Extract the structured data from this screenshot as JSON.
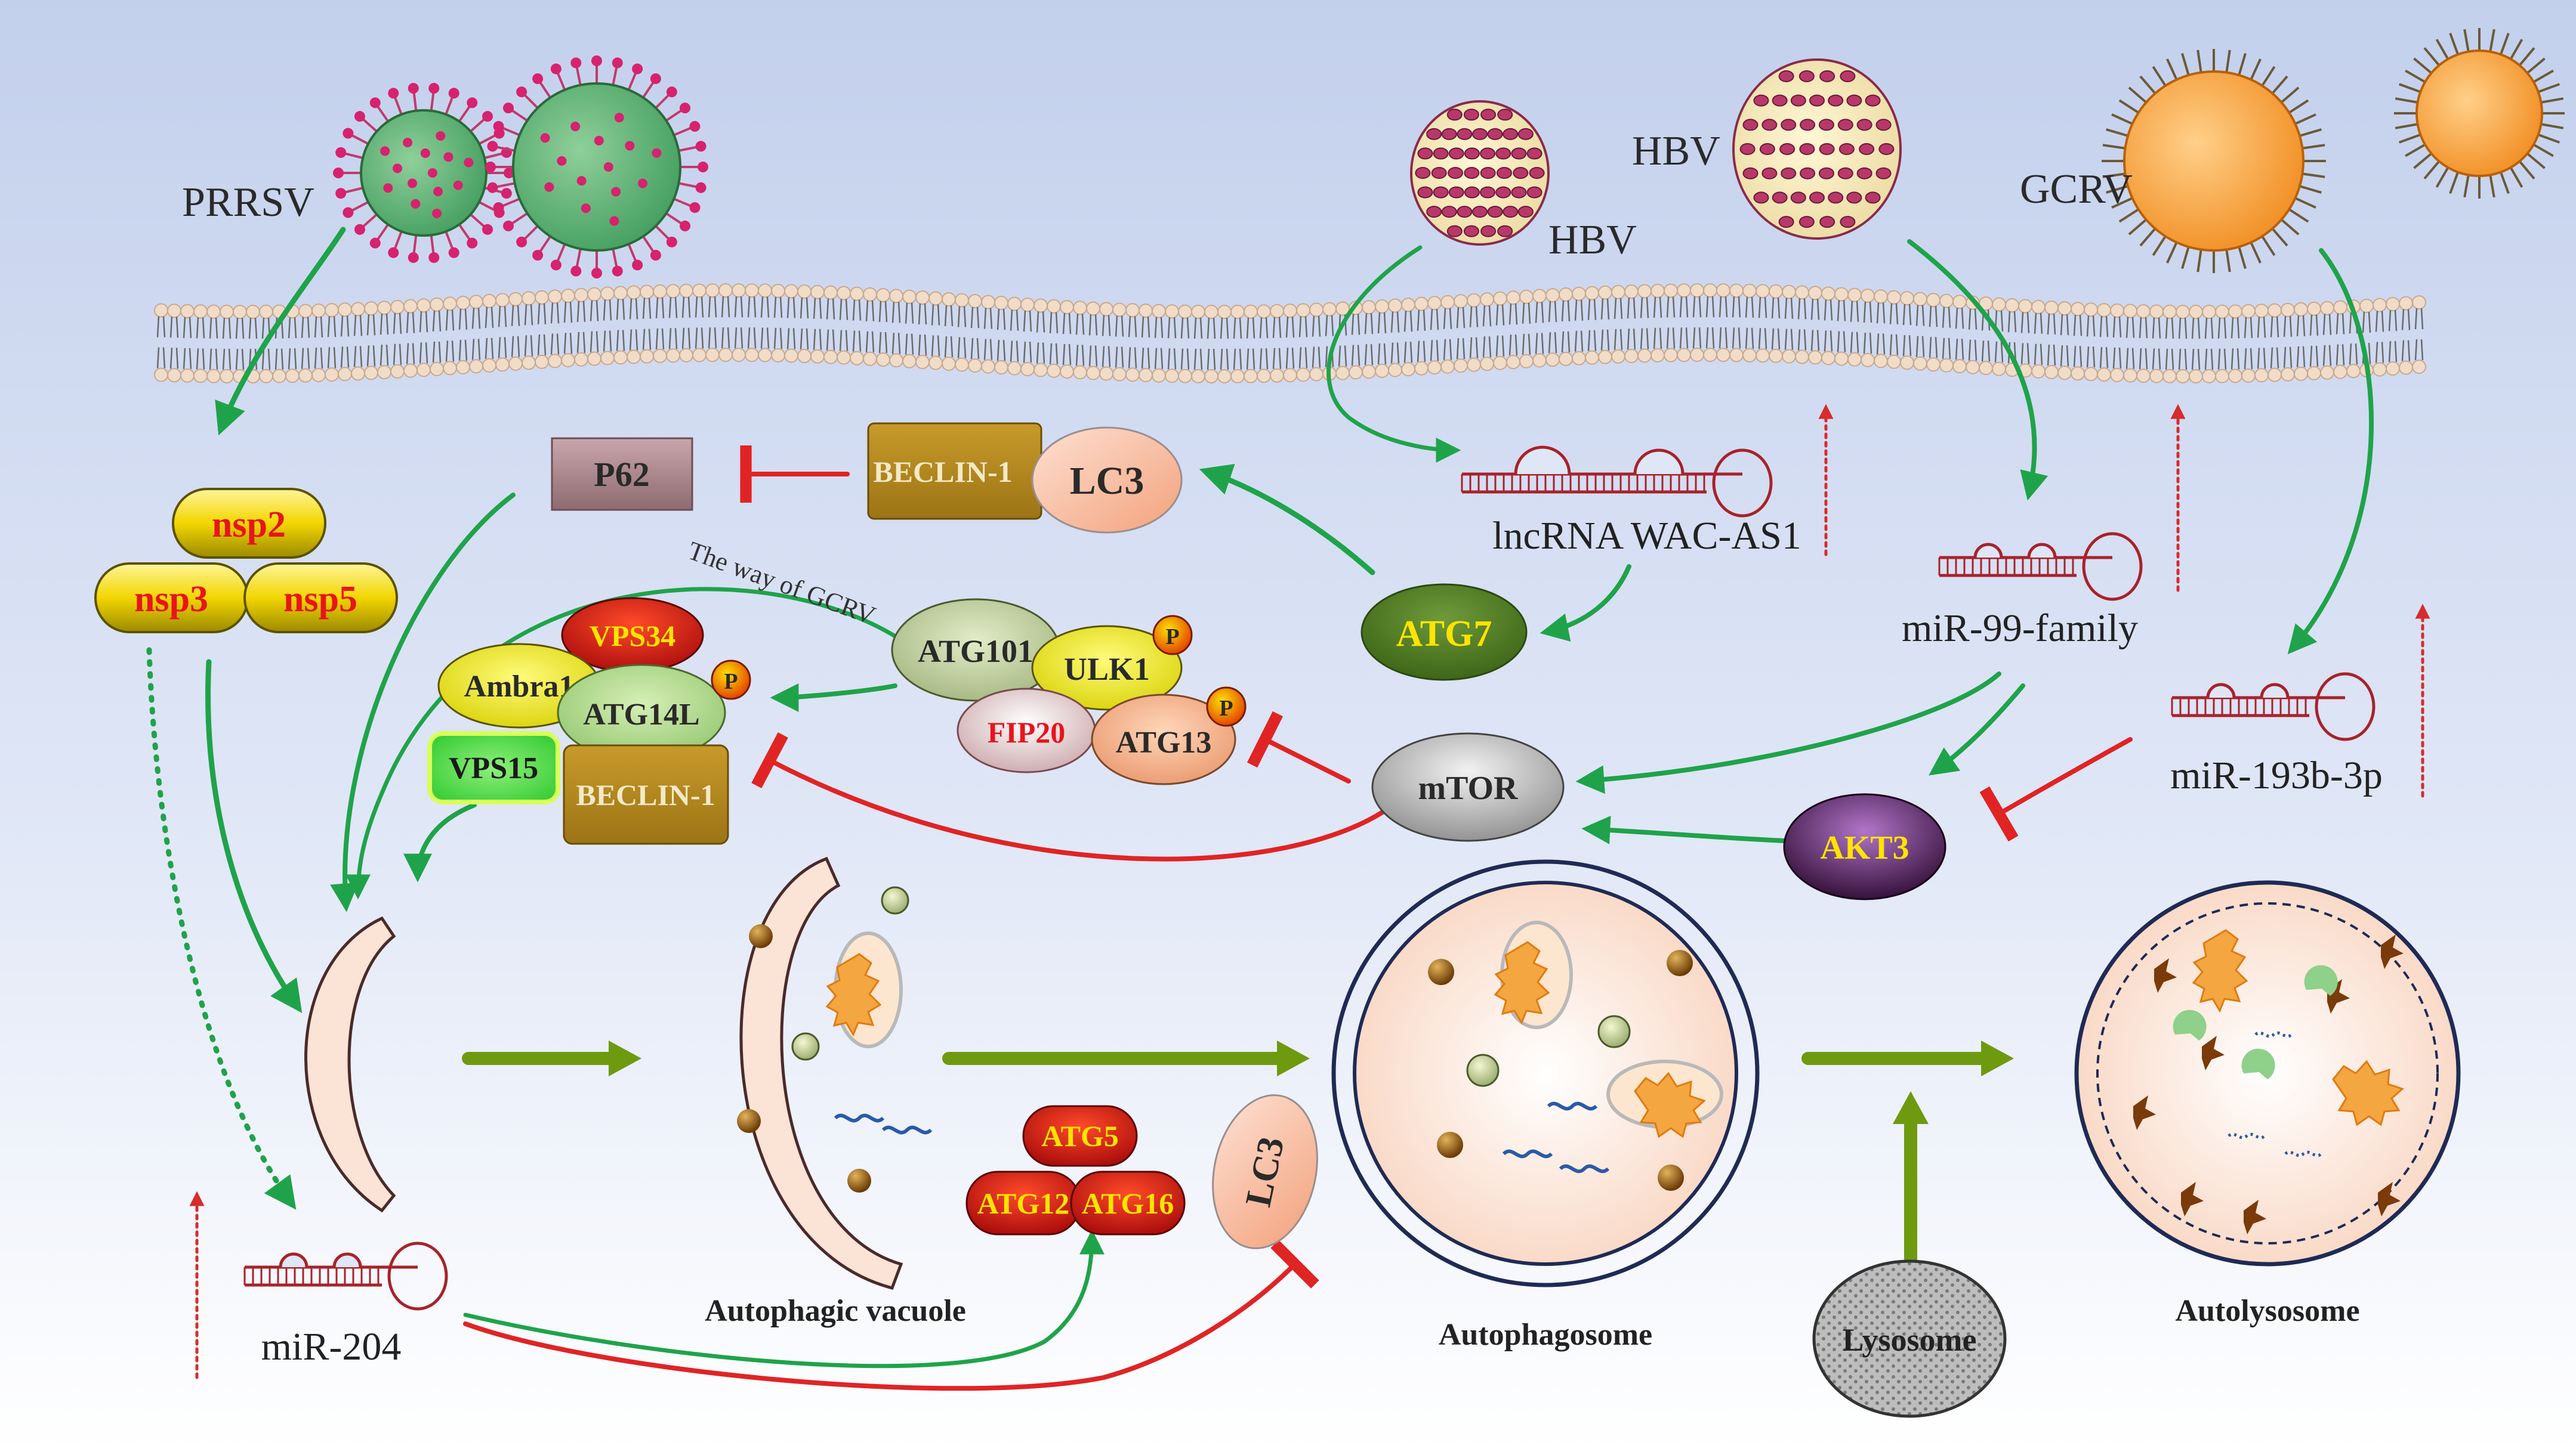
{
  "viruses": {
    "prrsv": "PRRSV",
    "hbv_small": "HBV",
    "hbv_large": "HBV",
    "gcrv": "GCRV"
  },
  "proteins": {
    "nsp2": "nsp2",
    "nsp3": "nsp3",
    "nsp5": "nsp5",
    "p62": "P62",
    "beclin1_top": "BECLIN-1",
    "lc3_top": "LC3",
    "vps34": "VPS34",
    "ambra1": "Ambra1",
    "atg14l": "ATG14L",
    "vps15": "VPS15",
    "beclin1_complex": "BECLIN-1",
    "atg101": "ATG101",
    "ulk1": "ULK1",
    "fip200": "FIP20",
    "atg13": "ATG13",
    "atg7": "ATG7",
    "mtor": "mTOR",
    "akt3": "AKT3",
    "atg5": "ATG5",
    "atg12": "ATG12",
    "atg16": "ATG16",
    "lc3_bottom": "LC3",
    "p_badge": "P"
  },
  "rna": {
    "lncrna": "lncRNA WAC-AS1",
    "mir99": "miR-99-family",
    "mir193": "miR-193b-3p",
    "mir204": "miR-204"
  },
  "stages": {
    "vacuole": "Autophagic vacuole",
    "autophagosome": "Autophagosome",
    "lysosome": "Lysosome",
    "autolysosome": "Autolysosome"
  },
  "pathway_label": "The way of GCRV",
  "colors": {
    "background_top": "#c9d5ef",
    "background_bottom": "#ffffff",
    "activation": "#1fa34a",
    "inhibition": "#e02424",
    "stage_arrow": "#6e9a10",
    "up_arrow": "#d62c2c",
    "label_red": "#e8141b",
    "label_yellow": "#ffe400"
  }
}
